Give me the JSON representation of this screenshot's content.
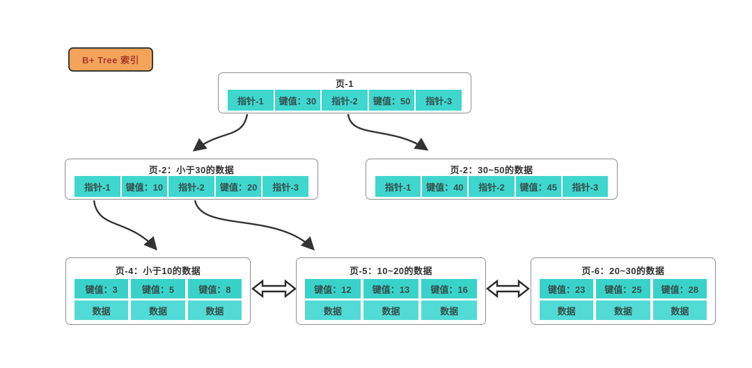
{
  "legend": {
    "label": "B+ Tree 索引",
    "fill_color": "#f4a45a",
    "text_color": "#a83a2e"
  },
  "colors": {
    "cell_fill": "#3fd6cd",
    "node_border": "#8e8e8e",
    "arrow": "#333333",
    "title_text": "#323232",
    "cell_text": "#35504f"
  },
  "nodes": {
    "root": {
      "title": "页-1",
      "cells": [
        "指针-1",
        "键值：30",
        "指针-2",
        "键值：50",
        "指针-3"
      ]
    },
    "internal_left": {
      "title": "页-2：小于30的数据",
      "cells": [
        "指针-1",
        "键值：10",
        "指针-2",
        "键值：20",
        "指针-3"
      ]
    },
    "internal_right": {
      "title": "页-2：30~50的数据",
      "cells": [
        "指针-1",
        "键值：40",
        "指针-2",
        "键值：45",
        "指针-3"
      ]
    },
    "leaf_1": {
      "title": "页-4：小于10的数据",
      "keys": [
        "键值：3",
        "键值：5",
        "键值：8"
      ],
      "data": [
        "数据",
        "数据",
        "数据"
      ]
    },
    "leaf_2": {
      "title": "页-5：10~20的数据",
      "keys": [
        "键值：12",
        "键值：13",
        "键值：16"
      ],
      "data": [
        "数据",
        "数据",
        "数据"
      ]
    },
    "leaf_3": {
      "title": "页-6：20~30的数据",
      "keys": [
        "键值：23",
        "键值：25",
        "键值：28"
      ],
      "data": [
        "数据",
        "数据",
        "数据"
      ]
    }
  },
  "edges": [
    {
      "from": "root/指针-1",
      "to": "internal_left"
    },
    {
      "from": "root/指针-2",
      "to": "internal_right"
    },
    {
      "from": "internal_left/指针-1",
      "to": "leaf_1"
    },
    {
      "from": "internal_left/指针-2",
      "to": "leaf_2"
    },
    {
      "between": [
        "leaf_1",
        "leaf_2"
      ],
      "type": "double-arrow"
    },
    {
      "between": [
        "leaf_2",
        "leaf_3"
      ],
      "type": "double-arrow"
    }
  ]
}
